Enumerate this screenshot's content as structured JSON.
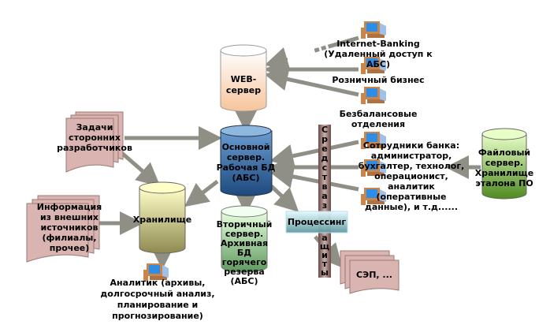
{
  "nodes": {
    "web_server": {
      "lines": [
        "WEB-",
        "сервер"
      ],
      "color": "#f8c9a0"
    },
    "main_server": {
      "lines": [
        "Основной",
        "сервер.",
        "Рабочая БД",
        "(АБС)"
      ],
      "color": "#2f5f96"
    },
    "storage": {
      "lines": [
        "Хранилище"
      ],
      "color": "#b8b870"
    },
    "secondary_server": {
      "lines": [
        "Вторичный",
        "сервер.",
        "Архивная",
        "БД",
        "горячего",
        "резерва",
        "(АБС)"
      ],
      "color": "#8fbf8f"
    },
    "file_server": {
      "lines": [
        "Файловый",
        "сервер.",
        "Хранилище",
        "эталона ПО"
      ],
      "color": "#6aa23a"
    },
    "processing": {
      "lines": [
        "Процессинг"
      ],
      "color": "#cfeff3"
    },
    "security": {
      "lines": [
        "С",
        "р",
        "е",
        "д",
        "с",
        "т",
        "в",
        "а",
        "з",
        "а",
        "щ",
        "и",
        "т",
        "ы"
      ],
      "color": "#8a6a66"
    },
    "third_party": {
      "lines": [
        "Задачи",
        "сторонних",
        "разработчиков"
      ],
      "color": "#d9b4b0"
    },
    "external_info": {
      "lines": [
        "Информация",
        "из внешних",
        "источников",
        "(филиалы,",
        "прочее)"
      ],
      "color": "#d9b4b0"
    },
    "sep": {
      "lines": [
        "СЭП, ..."
      ],
      "color": "#d9b4b0"
    },
    "internet_banking": {
      "lines": [
        "Internet-Banking",
        "(Удаленный доступ к",
        "АБС)"
      ]
    },
    "retail": {
      "lines": [
        "Розничный бизнес"
      ]
    },
    "offbalance": {
      "lines": [
        "Безбалансовые",
        "отделения"
      ]
    },
    "staff": {
      "lines": [
        "Сотрудники банка:",
        "администратор,",
        "бухгалтер, технолог,",
        "операционист,",
        "аналитик",
        "(оперативные",
        "данные), и т.д......"
      ]
    },
    "analyst": {
      "lines": [
        "Аналитик (архивы,",
        "долгосрочный анализ,",
        "планирование и",
        "прогнозирование)"
      ]
    }
  },
  "icons": {
    "workstation": "computer-icon",
    "arrow": "arrow-icon"
  },
  "colors": {
    "arrow": "#8f8f86"
  }
}
